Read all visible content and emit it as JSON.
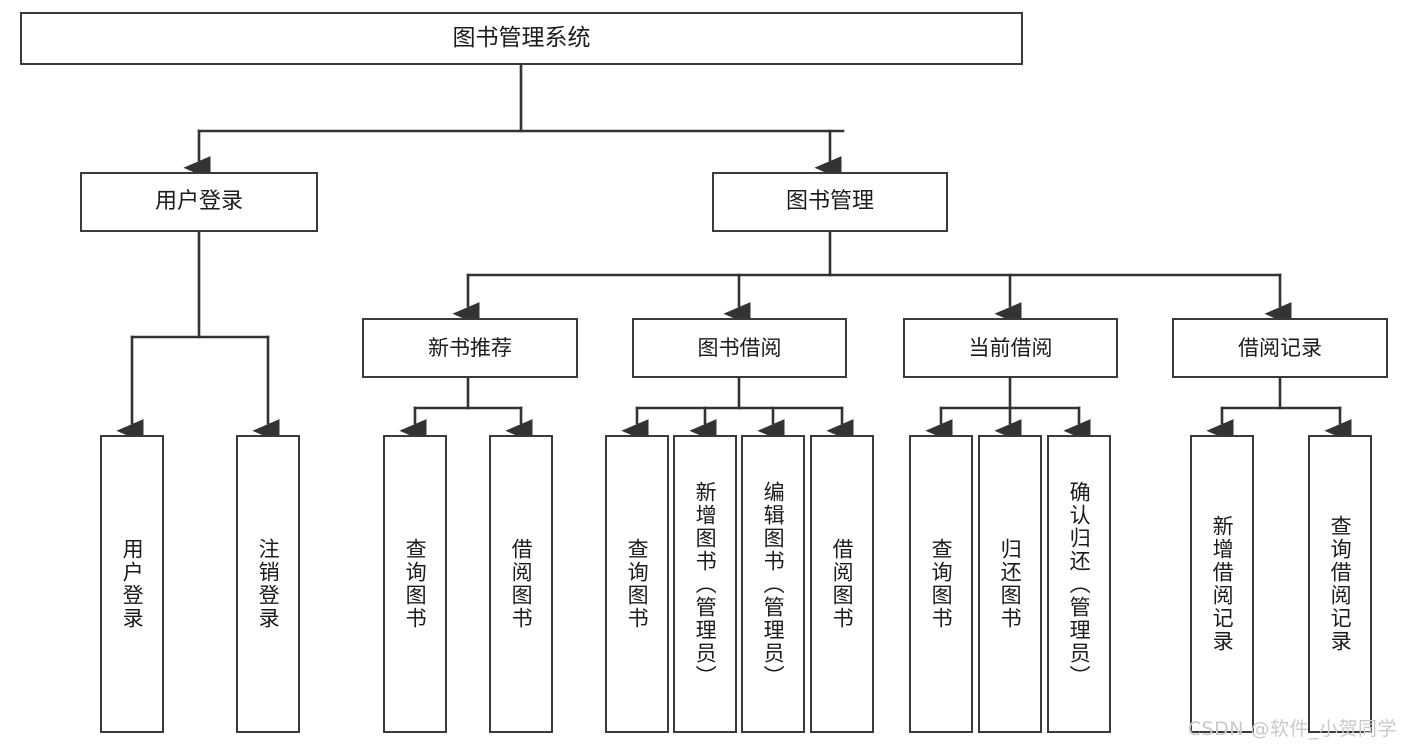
{
  "diagram": {
    "title": "图书管理系统",
    "type": "tree-hierarchy",
    "watermark": "CSDN @软件_小贺同学",
    "colors": {
      "background": "#ffffff",
      "box_border": "#3a3a3a",
      "box_fill": "#ffffff",
      "connector": "#333333",
      "text": "#1b1b1b",
      "watermark": "#c9c9c9"
    }
  },
  "nodes": {
    "root": {
      "label": "图书管理系统"
    },
    "level2": [
      {
        "label": "用户登录"
      },
      {
        "label": "图书管理"
      }
    ],
    "level3": [
      {
        "label": "新书推荐"
      },
      {
        "label": "图书借阅"
      },
      {
        "label": "当前借阅"
      },
      {
        "label": "借阅记录"
      }
    ],
    "leaves": [
      {
        "label": "用户登录",
        "parent": "用户登录"
      },
      {
        "label": "注销登录",
        "parent": "用户登录"
      },
      {
        "label": "查询图书",
        "parent": "新书推荐"
      },
      {
        "label": "借阅图书",
        "parent": "新书推荐"
      },
      {
        "label": "查询图书",
        "parent": "图书借阅"
      },
      {
        "label": "新增图书（管理员）",
        "parent": "图书借阅"
      },
      {
        "label": "编辑图书（管理员）",
        "parent": "图书借阅"
      },
      {
        "label": "借阅图书",
        "parent": "图书借阅"
      },
      {
        "label": "查询图书",
        "parent": "当前借阅"
      },
      {
        "label": "归还图书",
        "parent": "当前借阅"
      },
      {
        "label": "确认归还（管理员）",
        "parent": "当前借阅"
      },
      {
        "label": "新增借阅记录",
        "parent": "借阅记录"
      },
      {
        "label": "查询借阅记录",
        "parent": "借阅记录"
      }
    ]
  }
}
